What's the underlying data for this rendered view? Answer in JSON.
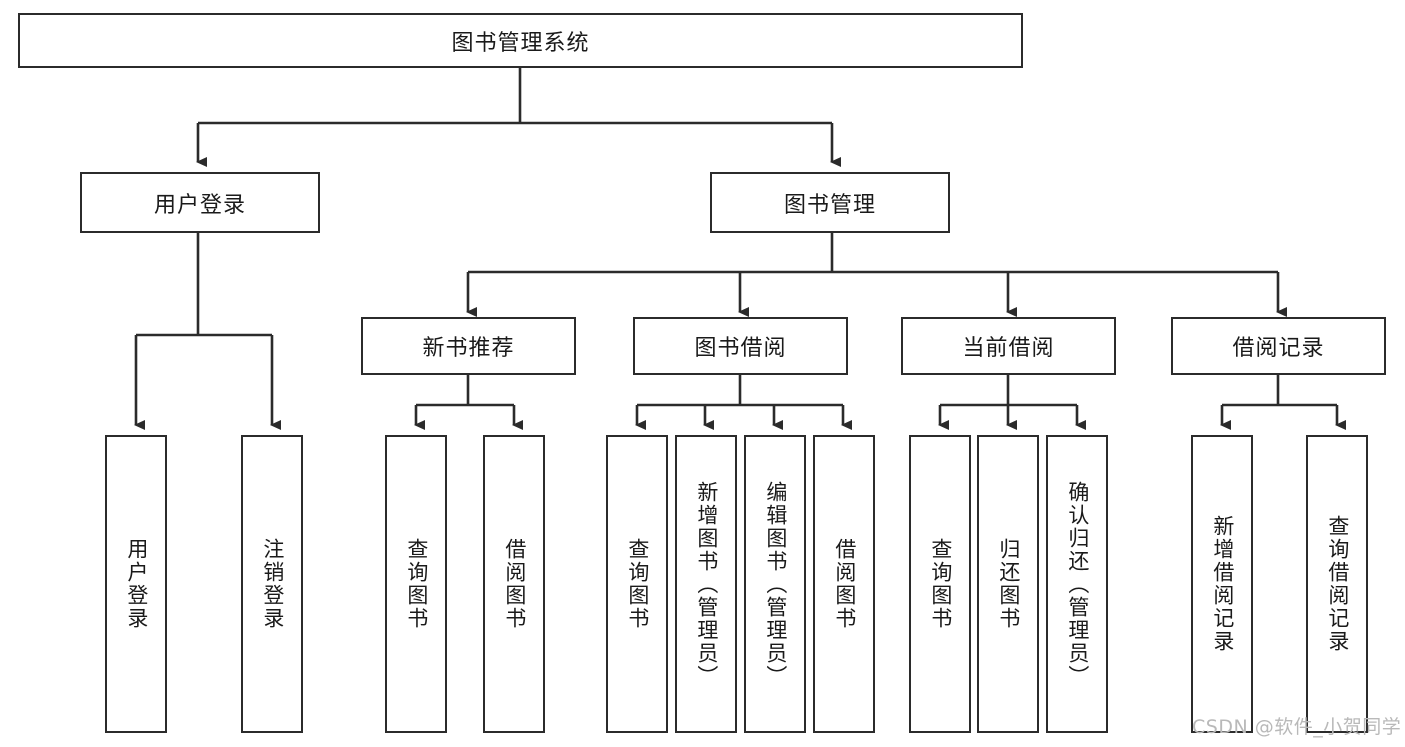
{
  "diagram": {
    "title": "图书管理系统",
    "type": "tree",
    "colors": {
      "border": "#2b2b2b",
      "background": "#ffffff",
      "text": "#1a1a1a",
      "watermark": "#b9b9b9"
    },
    "root": {
      "label": "图书管理系统"
    },
    "level2": [
      {
        "label": "用户登录"
      },
      {
        "label": "图书管理"
      }
    ],
    "level3": [
      {
        "label": "新书推荐"
      },
      {
        "label": "图书借阅"
      },
      {
        "label": "当前借阅"
      },
      {
        "label": "借阅记录"
      }
    ],
    "leaves": {
      "user_login": [
        {
          "label": "用户登录"
        },
        {
          "label": "注销登录"
        }
      ],
      "new_book": [
        {
          "label": "查询图书"
        },
        {
          "label": "借阅图书"
        }
      ],
      "book_borrow": [
        {
          "label": "查询图书"
        },
        {
          "label": "新增图书（管理员）"
        },
        {
          "label": "编辑图书（管理员）"
        },
        {
          "label": "借阅图书"
        }
      ],
      "current_borrow": [
        {
          "label": "查询图书"
        },
        {
          "label": "归还图书"
        },
        {
          "label": "确认归还（管理员）"
        }
      ],
      "borrow_record": [
        {
          "label": "新增借阅记录"
        },
        {
          "label": "查询借阅记录"
        }
      ]
    }
  },
  "watermark": {
    "text": "CSDN @软件_小贺同学"
  }
}
